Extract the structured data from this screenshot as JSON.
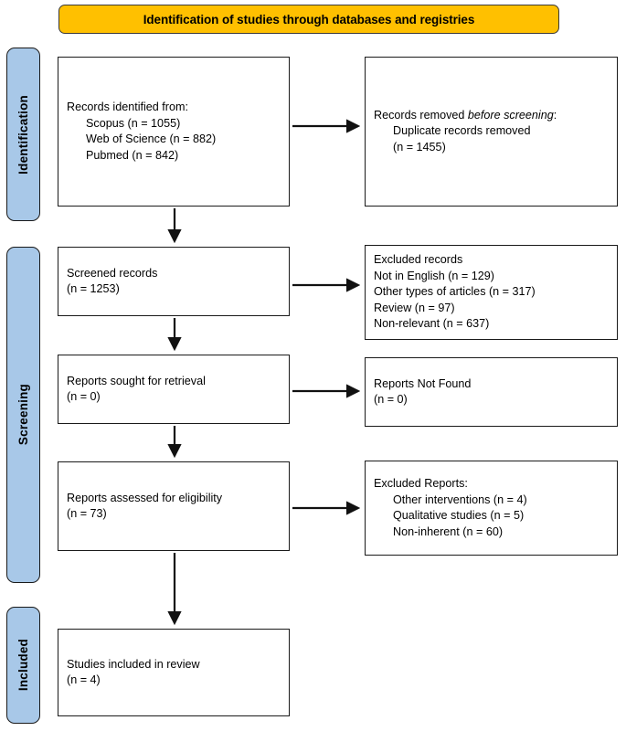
{
  "banner": {
    "title": "Identification of studies through databases and registries",
    "fill": "#FFC000"
  },
  "phases": {
    "fill": "#A8C8E8",
    "items": [
      {
        "id": "identification",
        "label": "Identification"
      },
      {
        "id": "screening",
        "label": "Screening"
      },
      {
        "id": "included",
        "label": "Included"
      }
    ]
  },
  "boxes": {
    "records_identified": {
      "lines": [
        {
          "text": "Records identified from:",
          "indent": false
        },
        {
          "text": "Scopus (n = 1055)",
          "indent": true
        },
        {
          "text": "Web of Science (n = 882)",
          "indent": true
        },
        {
          "text": "Pubmed (n = 842)",
          "indent": true
        }
      ]
    },
    "records_removed": {
      "lines": [
        {
          "text": "Records removed ",
          "italic_text": "before screening",
          "suffix": ":",
          "indent": false
        },
        {
          "text": "Duplicate records removed",
          "indent": true
        },
        {
          "text": "(n = 1455)",
          "indent": true
        }
      ]
    },
    "screened_records": {
      "lines": [
        {
          "text": "Screened records",
          "indent": false
        },
        {
          "text": "(n = 1253)",
          "indent": false
        }
      ]
    },
    "excluded_records": {
      "lines": [
        {
          "text": "Excluded records",
          "indent": false
        },
        {
          "text": "Not in English (n = 129)",
          "indent": false
        },
        {
          "text": "Other types of articles (n = 317)",
          "indent": false
        },
        {
          "text": "Review (n = 97)",
          "indent": false
        },
        {
          "text": "Non-relevant (n = 637)",
          "indent": false
        }
      ]
    },
    "reports_sought": {
      "lines": [
        {
          "text": "Reports sought for retrieval",
          "indent": false
        },
        {
          "text": "(n = 0)",
          "indent": false
        }
      ]
    },
    "reports_not_found": {
      "lines": [
        {
          "text": "Reports Not Found",
          "indent": false
        },
        {
          "text": "(n = 0)",
          "indent": false
        }
      ]
    },
    "reports_assessed": {
      "lines": [
        {
          "text": "Reports assessed for eligibility",
          "indent": false
        },
        {
          "text": "(n = 73)",
          "indent": false
        }
      ]
    },
    "excluded_reports": {
      "lines": [
        {
          "text": "Excluded Reports:",
          "indent": false
        },
        {
          "text": "Other interventions (n = 4)",
          "indent": true
        },
        {
          "text": "Qualitative studies (n = 5)",
          "indent": true
        },
        {
          "text": "Non-inherent (n = 60)",
          "indent": true
        }
      ]
    },
    "studies_included": {
      "lines": [
        {
          "text": "Studies included in review",
          "indent": false
        },
        {
          "text": "(n = 4)",
          "indent": false
        }
      ]
    }
  },
  "chart_data": {
    "type": "diagram",
    "title": "PRISMA 2020 flow diagram",
    "nodes": [
      {
        "id": "records_identified",
        "phase": "Identification",
        "counts": {
          "Scopus": 1055,
          "Web of Science": 882,
          "Pubmed": 842
        }
      },
      {
        "id": "records_removed",
        "phase": "Identification",
        "counts": {
          "Duplicate records removed": 1455
        }
      },
      {
        "id": "screened_records",
        "phase": "Screening",
        "counts": {
          "n": 1253
        }
      },
      {
        "id": "excluded_records",
        "phase": "Screening",
        "counts": {
          "Not in English": 129,
          "Other types of articles": 317,
          "Review": 97,
          "Non-relevant": 637
        }
      },
      {
        "id": "reports_sought",
        "phase": "Screening",
        "counts": {
          "n": 0
        }
      },
      {
        "id": "reports_not_found",
        "phase": "Screening",
        "counts": {
          "n": 0
        }
      },
      {
        "id": "reports_assessed",
        "phase": "Screening",
        "counts": {
          "n": 73
        }
      },
      {
        "id": "excluded_reports",
        "phase": "Screening",
        "counts": {
          "Other interventions": 4,
          "Qualitative studies": 5,
          "Non-inherent": 60
        }
      },
      {
        "id": "studies_included",
        "phase": "Included",
        "counts": {
          "n": 4
        }
      }
    ],
    "edges": [
      {
        "from": "records_identified",
        "to": "records_removed",
        "direction": "right"
      },
      {
        "from": "records_identified",
        "to": "screened_records",
        "direction": "down"
      },
      {
        "from": "screened_records",
        "to": "excluded_records",
        "direction": "right"
      },
      {
        "from": "screened_records",
        "to": "reports_sought",
        "direction": "down"
      },
      {
        "from": "reports_sought",
        "to": "reports_not_found",
        "direction": "right"
      },
      {
        "from": "reports_sought",
        "to": "reports_assessed",
        "direction": "down"
      },
      {
        "from": "reports_assessed",
        "to": "excluded_reports",
        "direction": "right"
      },
      {
        "from": "reports_assessed",
        "to": "studies_included",
        "direction": "down"
      }
    ]
  }
}
